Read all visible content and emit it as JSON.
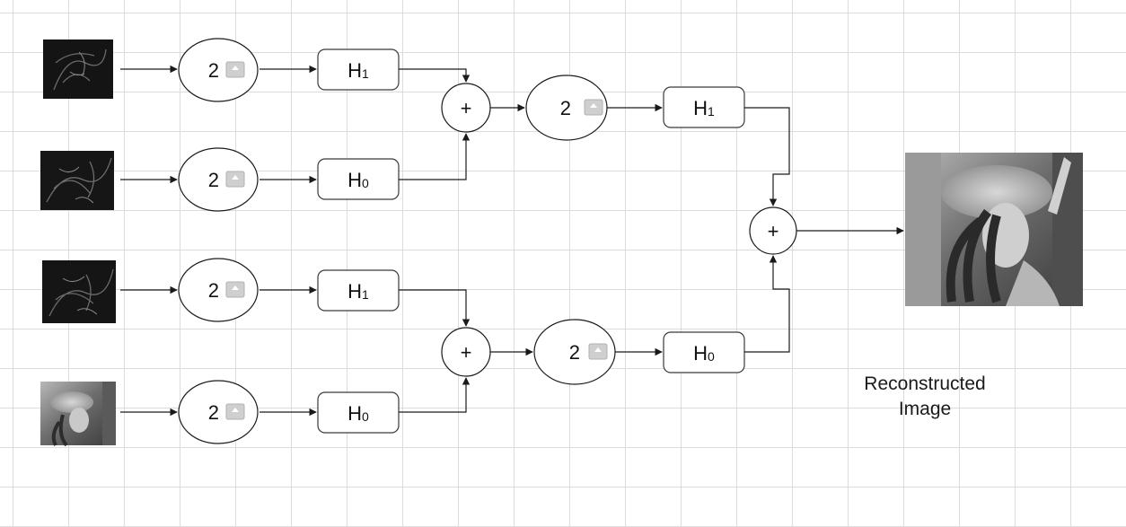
{
  "upsample": {
    "factor": "2"
  },
  "filters": {
    "h1": "H",
    "h0": "H",
    "sub1": "1",
    "sub0": "0"
  },
  "adder": {
    "symbol": "+"
  },
  "output": {
    "caption_line1": "Reconstructed",
    "caption_line2": "Image"
  },
  "colors": {
    "line": "#1a1a1a",
    "icon_fill": "#cfcfcf",
    "box_border": "#3a3a3a"
  }
}
